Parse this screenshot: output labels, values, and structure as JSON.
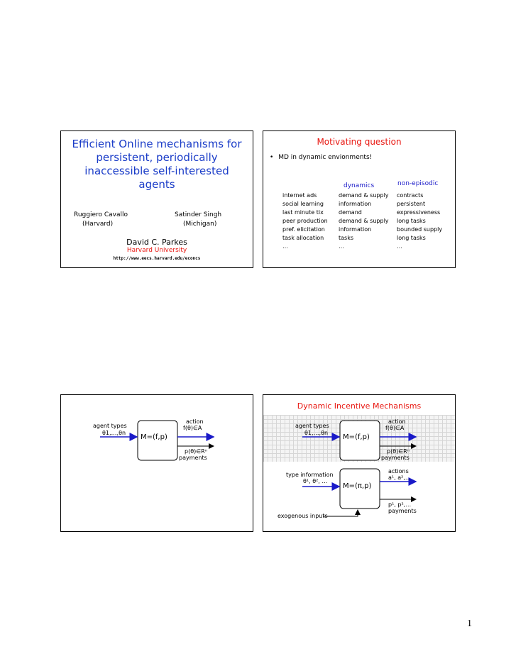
{
  "slide1": {
    "title": "Efficient Online mechanisms for persistent, periodically inaccessible self-interested agents",
    "author1_name": "Ruggiero Cavallo",
    "author1_affil": "(Harvard)",
    "author2_name": "Satinder Singh",
    "author2_affil": "(Michigan)",
    "presenter": "David C. Parkes",
    "presenter_affil": "Harvard University",
    "url": "http://www.eecs.harvard.edu/econcs"
  },
  "slide2": {
    "title": "Motivating question",
    "bullet": "MD in dynamic envionments!",
    "col_header_dynamics": "dynamics",
    "col_header_nonepisodic": "non-episodic",
    "rows": [
      [
        "internet ads",
        "demand & supply",
        "contracts"
      ],
      [
        "social learning",
        "information",
        "persistent"
      ],
      [
        "last minute tix",
        "demand",
        "expressiveness"
      ],
      [
        "peer production",
        "demand & supply",
        "long tasks"
      ],
      [
        "pref. elicitation",
        "information",
        "bounded supply"
      ],
      [
        "task allocation",
        "tasks",
        "long tasks"
      ],
      [
        "…",
        "…",
        "…"
      ]
    ]
  },
  "slide3": {
    "input_label": "agent types",
    "input_vars": "θ1,…,θn",
    "mechanism": "M=(f,p)",
    "action_label": "action",
    "action_expr": "f(θ)∈A",
    "payment_expr": "p(θ)∈Rⁿ",
    "payment_label": "payments"
  },
  "slide4": {
    "title": "Dynamic Incentive Mechanisms",
    "top": {
      "input_label": "agent types",
      "input_vars": "θ1,…,θn",
      "mechanism": "M=(f,p)",
      "action_label": "action",
      "action_expr": "f(θ)∈A",
      "payment_expr": "p(θ)∈Rⁿ",
      "payment_label": "payments"
    },
    "bottom": {
      "input_label": "type information",
      "input_vars": "θ¹, θ², …",
      "mechanism": "M=(π,p)",
      "actions_label": "actions",
      "actions_expr": "a¹, a²,…",
      "payment_expr": "p¹, p²,…",
      "payment_label": "payments",
      "exogenous_label": "exogenous inputs"
    }
  },
  "page_number": "1"
}
